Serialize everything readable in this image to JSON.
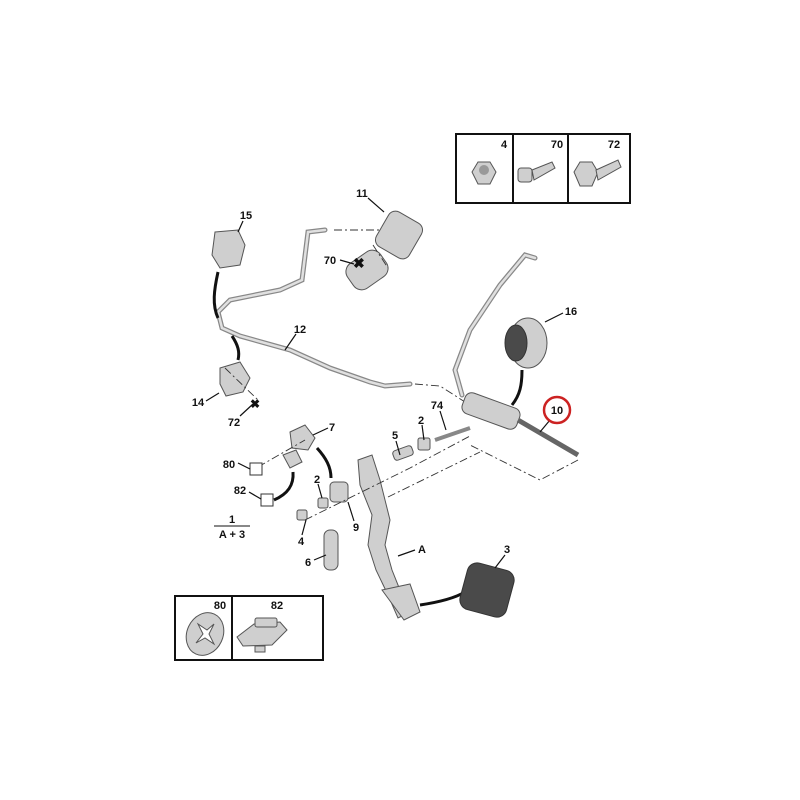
{
  "fastener_legend": {
    "items": [
      {
        "ref": "4",
        "icon": "nut-icon"
      },
      {
        "ref": "70",
        "icon": "bolt-icon"
      },
      {
        "ref": "72",
        "icon": "flange-bolt-icon"
      }
    ]
  },
  "clip_legend": {
    "items": [
      {
        "ref": "80",
        "icon": "star-washer-icon"
      },
      {
        "ref": "82",
        "icon": "clip-icon"
      }
    ]
  },
  "callouts": {
    "c11": "11",
    "c15": "15",
    "c70": "70",
    "c16": "16",
    "c12": "12",
    "c14": "14",
    "c72": "72",
    "c10": "10",
    "c74": "74",
    "c7": "7",
    "c5": "5",
    "c2a": "2",
    "c80": "80",
    "c2b": "2",
    "c82": "82",
    "c9": "9",
    "c4": "4",
    "c6": "6",
    "cA": "A",
    "c3": "3"
  },
  "assembly_note": {
    "numerator": "1",
    "denominator": "A + 3"
  },
  "highlight_color": "#cc2222"
}
